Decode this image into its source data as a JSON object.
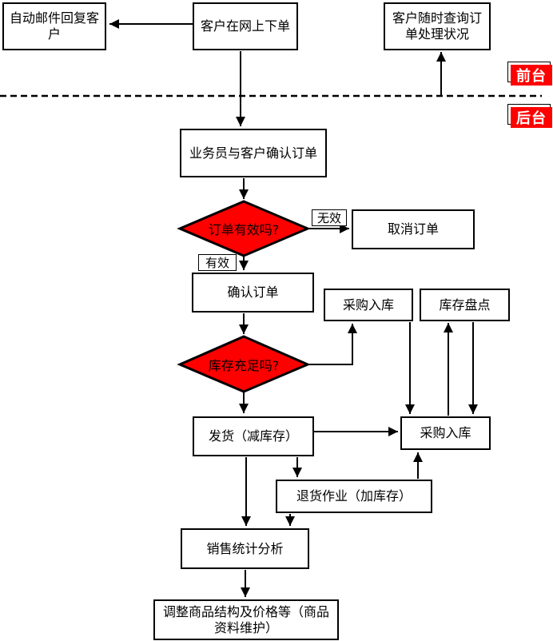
{
  "lanes": {
    "front": "前台",
    "back": "后台"
  },
  "nodes": {
    "auto_email": "自动邮件回复客户",
    "order_online": "客户在网上下单",
    "query_status": "客户随时查询订单处理状况",
    "confirm_with_customer": "业务员与客户确认订单",
    "decision_order_valid": "订单有效吗?",
    "cancel_order": "取消订单",
    "confirm_order": "确认订单",
    "decision_stock_enough": "库存充足吗?",
    "purchase_in_upper": "采购入库",
    "inventory_check": "库存盘点",
    "ship_reduce_stock": "发货（减库存）",
    "purchase_in_lower": "采购入库",
    "return_add_stock": "退货作业（加库存）",
    "sales_analysis": "销售统计分析",
    "adjust_products": "调整商品结构及价格等（商品资料维护）"
  },
  "edge_labels": {
    "invalid": "无效",
    "valid": "有效"
  },
  "colors": {
    "decision_fill": "#ff0000",
    "lane_label_bg": "#ff0000",
    "lane_label_text": "#ffffff",
    "line": "#000000",
    "node_bg": "#ffffff",
    "node_border": "#000000"
  }
}
